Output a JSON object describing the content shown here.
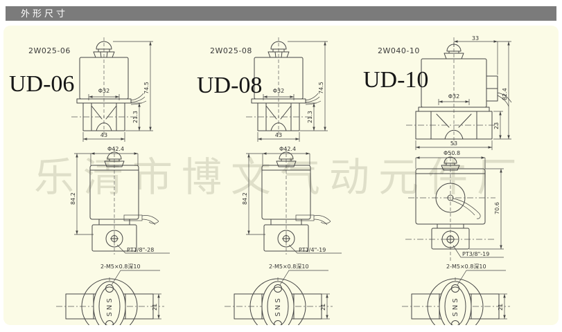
{
  "header": {
    "title": "外形尺寸"
  },
  "watermark": {
    "text": "乐清市博文气动元件厂"
  },
  "products": [
    {
      "code": "2W025-06",
      "name": "UD-06",
      "front": {
        "coil_dia": "Φ32",
        "total_height": "74.5",
        "body_height": "21.3",
        "width": "43"
      },
      "side": {
        "dia": "Φ42.4",
        "height": "84.2",
        "thread": "PT1/8\"-28"
      },
      "bottom": {
        "holes_label": "2-M5×0.8深10",
        "across_flats": "21",
        "brand": "SNS"
      }
    },
    {
      "code": "2W025-08",
      "name": "UD-08",
      "front": {
        "coil_dia": "Φ32",
        "total_height": "74.5",
        "body_height": "21.3",
        "width": "43"
      },
      "side": {
        "dia": "Φ42.4",
        "height": "84.2",
        "thread": "PT1/4\"-19"
      },
      "bottom": {
        "holes_label": "2-M5×0.8深10",
        "across_flats": "21",
        "brand": "SNS"
      }
    },
    {
      "code": "2W040-10",
      "name": "UD-10",
      "front": {
        "top_offset": "33",
        "coil_dia": "Φ32",
        "total_height": "82.4",
        "body_height": "23",
        "width": "53"
      },
      "side": {
        "dia": "Φ50.8",
        "height": "70.6",
        "thread": "PT3/8\"-19"
      },
      "bottom": {
        "holes_label": "2-M5×0.8深10",
        "across_flats": "21",
        "brand": "SNS"
      }
    }
  ]
}
